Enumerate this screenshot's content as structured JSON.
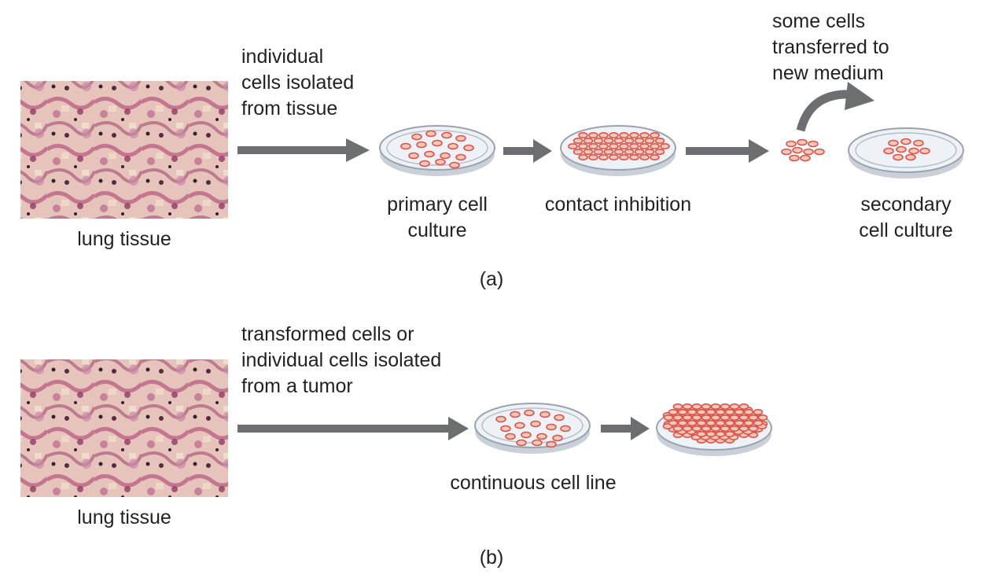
{
  "panel_a": {
    "tissue_label": "lung tissue",
    "isolation_label": "individual\ncells isolated\nfrom tissue",
    "primary_label": "primary cell\nculture",
    "contact_label": "contact inhibition",
    "transfer_label": "some cells\ntransferred to\nnew medium",
    "secondary_label": "secondary\ncell culture",
    "panel_label": "(a)"
  },
  "panel_b": {
    "tissue_label": "lung tissue",
    "isolation_label": "transformed cells or\nindividual cells isolated\nfrom a tumor",
    "continuous_label": "continuous cell line",
    "panel_label": "(b)"
  },
  "colors": {
    "arrow": "#6d6e71",
    "tissue_bg": "#e6c3bb",
    "tissue_stain": "#b5567f",
    "dish_fill": "#eef1f5",
    "dish_rim": "#9aa3ad",
    "cell_fill": "#f7c9b5",
    "cell_ring": "#d9534f"
  },
  "icons": [
    "lung-tissue-micrograph-icon",
    "petri-dish-icon",
    "cell-icon",
    "curved-transfer-arrow-icon"
  ]
}
